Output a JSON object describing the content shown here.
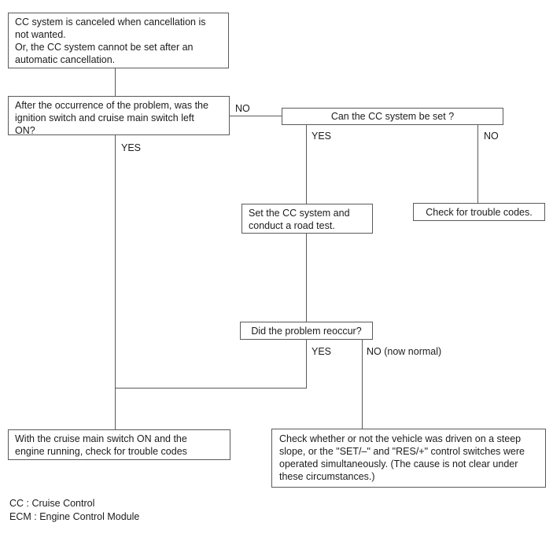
{
  "flowchart": {
    "boxes": {
      "problem": {
        "text": "CC system is canceled when cancellation is\nnot wanted.\nOr, the CC system cannot be set after an\nautomatic cancellation."
      },
      "ignition_question": {
        "text": "After the occurrence of the problem, was the\nignition switch and cruise main switch left\nON?"
      },
      "can_set_question": {
        "text": "Can the CC system be set ?"
      },
      "road_test": {
        "text": "Set the CC system and\nconduct a road test."
      },
      "check_trouble_codes": {
        "text": "Check for trouble codes."
      },
      "reoccur_question": {
        "text": "Did the problem reoccur?"
      },
      "main_switch_check": {
        "text": "With the cruise main switch ON and the\nengine running, check for trouble codes"
      },
      "steep_slope_check": {
        "text": "Check whether or not the vehicle was driven on a steep\nslope, or the \"SET/–\" and \"RES/+\" control switches were\noperated simultaneously. (The cause is not clear under\nthese circumstances.)"
      }
    },
    "labels": {
      "ignition_no": "NO",
      "ignition_yes": "YES",
      "can_set_yes": "YES",
      "can_set_no": "NO",
      "reoccur_yes": "YES",
      "reoccur_no": "NO (now normal)"
    },
    "legend": {
      "line1": "CC : Cruise Control",
      "line2": "ECM : Engine Control Module"
    },
    "colors": {
      "line": "#5a5a5a",
      "text": "#1c1c1c",
      "background": "#ffffff"
    }
  }
}
